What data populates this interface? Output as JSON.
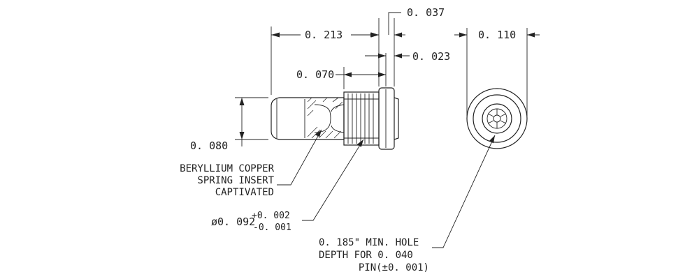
{
  "dimensions": {
    "d0037": "0. 037",
    "d0213": "0. 213",
    "d0023": "0. 023",
    "d0070": "0. 070",
    "d0110": "0. 110",
    "d0080": "0. 080"
  },
  "notes": {
    "beryllium": [
      "BERYLLIUM COPPER",
      "SPRING INSERT",
      "CAPTIVATED"
    ],
    "diameter": {
      "base": "ø0. 092",
      "plus": "+0. 002",
      "minus": "-0. 001"
    },
    "hole": [
      "0. 185\" MIN. HOLE",
      "DEPTH FOR 0. 040",
      "PIN(±0. 001)"
    ]
  }
}
